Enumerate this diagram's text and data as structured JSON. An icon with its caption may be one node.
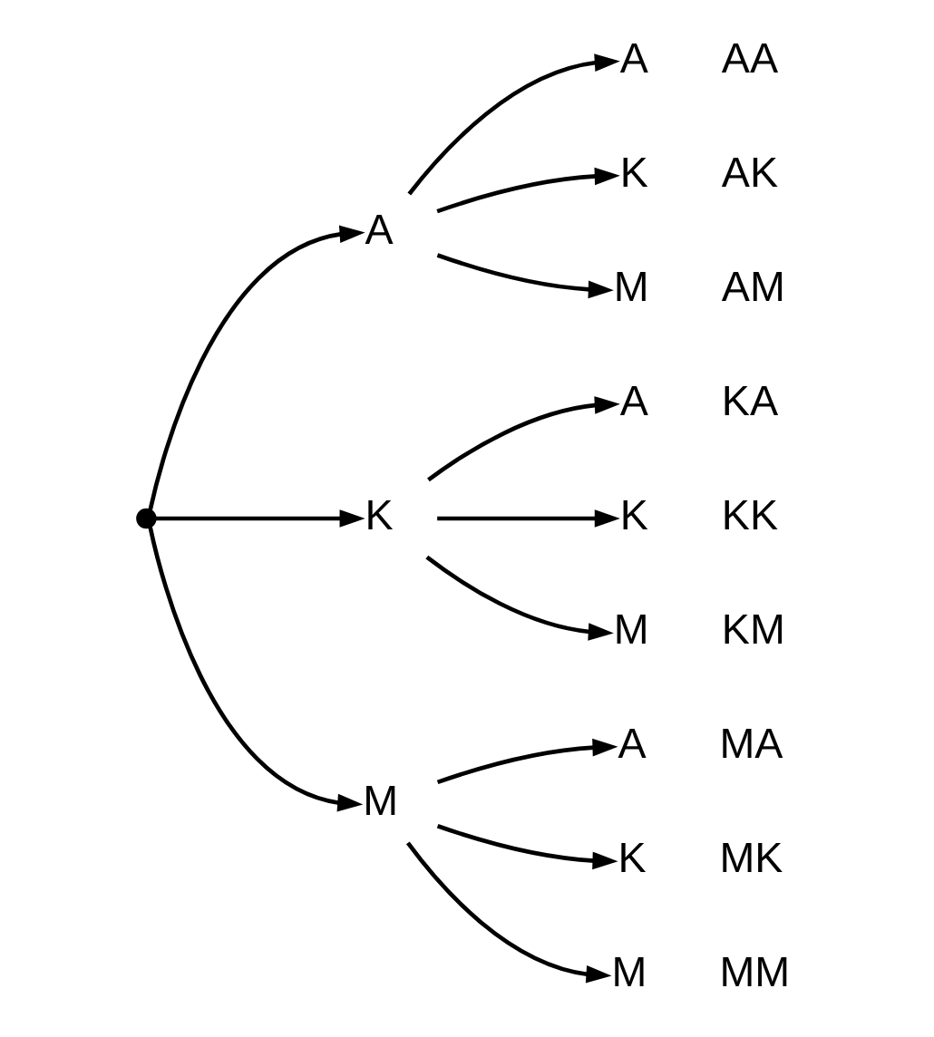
{
  "diagram": {
    "nodes": [
      {
        "text": [],
        "shape": "circle"
      },
      {
        "text": [
          "A"
        ]
      },
      {
        "text": [
          "K"
        ]
      },
      {
        "text": [
          "M"
        ]
      },
      {
        "text": [
          "A"
        ],
        "beside": [
          "AA"
        ]
      },
      {
        "text": [
          "K"
        ],
        "beside": [
          "AK"
        ]
      },
      {
        "text": [
          "M"
        ],
        "beside": [
          "AM"
        ]
      },
      {
        "text": [
          "A"
        ],
        "beside": [
          "KA"
        ]
      },
      {
        "text": [
          "K"
        ],
        "beside": [
          "KK"
        ]
      },
      {
        "text": [
          "M"
        ],
        "beside": [
          "KM"
        ]
      },
      {
        "text": [
          "A"
        ],
        "beside": [
          "MA"
        ]
      },
      {
        "text": [
          "K"
        ],
        "beside": [
          "MK"
        ]
      },
      {
        "text": [
          "M"
        ],
        "beside": [
          "MM"
        ]
      }
    ],
    "edges": [
      {
        "from": 0,
        "to": 1,
        "arrow": "to"
      },
      {
        "from": 0,
        "to": 2,
        "arrow": "to"
      },
      {
        "from": 0,
        "to": 3,
        "arrow": "to"
      },
      {
        "from": 1,
        "to": 4,
        "arrow": "to"
      },
      {
        "from": 1,
        "to": 5,
        "arrow": "to"
      },
      {
        "from": 1,
        "to": 6,
        "arrow": "to"
      },
      {
        "from": 2,
        "to": 7,
        "arrow": "to"
      },
      {
        "from": 2,
        "to": 8,
        "arrow": "to"
      },
      {
        "from": 2,
        "to": 9,
        "arrow": "to"
      },
      {
        "from": 3,
        "to": 10,
        "arrow": "to"
      },
      {
        "from": 3,
        "to": 11,
        "arrow": "to"
      },
      {
        "from": 3,
        "to": 12,
        "arrow": "to"
      }
    ]
  }
}
